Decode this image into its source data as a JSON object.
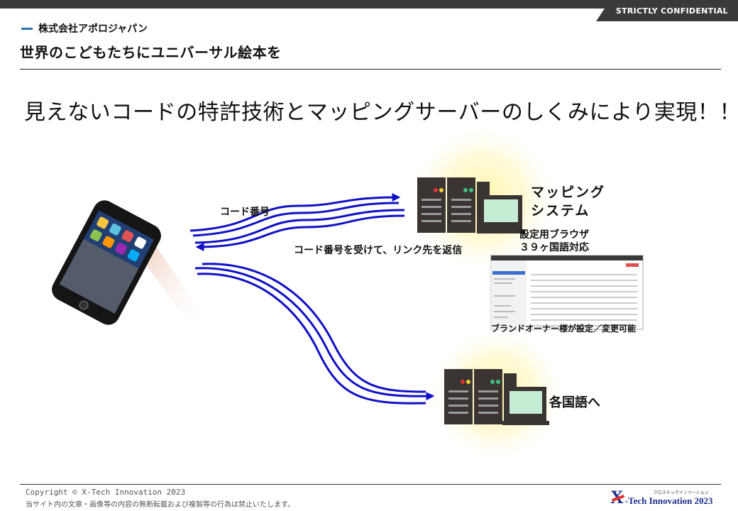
{
  "header": {
    "confidential": "STRICTLY CONFIDENTIAL",
    "company": "株式会社アポロジャパン",
    "subtitle": "世界のこどもたちにユニバーサル絵本を"
  },
  "headline": "見えないコードの特許技術とマッピングサーバーのしくみにより実現！！",
  "diagram": {
    "arrow_send_label": "コード番号",
    "arrow_return_label": "コード番号を受けて、リンク先を返信",
    "mapping_system_label": "マッピング\nシステム",
    "browser_label_line1": "設定用ブラウザ",
    "browser_label_line2": "３９ヶ国語対応",
    "owner_label": "ブランドオーナー様が設定／変更可能",
    "languages_label": "各国語へ",
    "icons": [
      "smartphone-icon",
      "server-icon",
      "monitor-icon",
      "browser-screenshot"
    ],
    "colors": {
      "arrow": "#1010c8",
      "glow": "#fff3a0"
    }
  },
  "footer": {
    "copyright": "Copyright © X-Tech Innovation 2023",
    "notice": "当サイト内の文章・画像等の内容の無断転載および複製等の行為は禁止いたします。",
    "logo_small": "クロステックイノベーション",
    "logo_main": "-Tech Innovation 2023",
    "logo_mark": "X"
  }
}
